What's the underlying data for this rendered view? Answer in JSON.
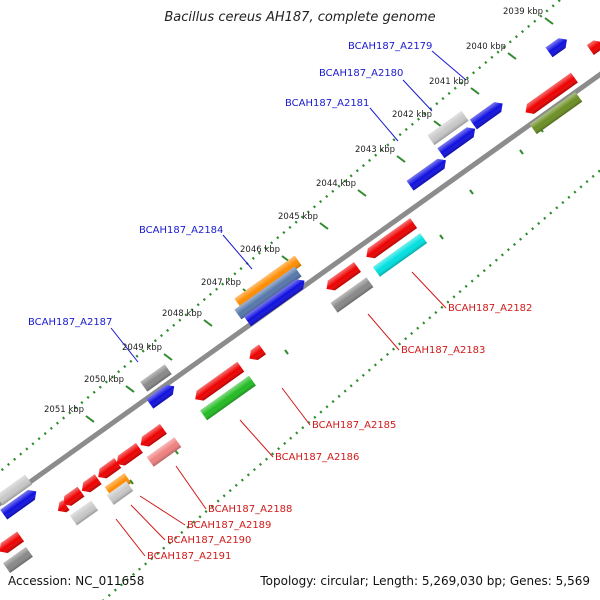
{
  "title": "Bacillus cereus AH187, complete genome",
  "accession": "Accession: NC_011658",
  "summary": "Topology: circular; Length: 5,269,030 bp; Genes: 5,569",
  "colors": {
    "backbone": "#8c8c8c",
    "tick": "#2e8b2e",
    "label_forward": "#1a1ad0",
    "label_reverse": "#d01a1a",
    "gene_red": "#ee0000",
    "gene_blue": "#1010e0",
    "gene_gray": "#888888",
    "gene_lightgray": "#c8c8c8",
    "gene_orange": "#ff8c00",
    "gene_steelblue": "#5577aa",
    "gene_cyan": "#00e0e0",
    "gene_green": "#22bb22",
    "gene_olive": "#6b8e23",
    "gene_pink": "#f08080"
  },
  "kbp_labels": [
    "2039 kbp",
    "2040 kbp",
    "2041 kbp",
    "2042 kbp",
    "2043 kbp",
    "2044 kbp",
    "2045 kbp",
    "2046 kbp",
    "2047 kbp",
    "2048 kbp",
    "2049 kbp",
    "2050 kbp",
    "2051 kbp"
  ],
  "gene_labels_forward": [
    "BCAH187_A2179",
    "BCAH187_A2180",
    "BCAH187_A2181",
    "BCAH187_A2184",
    "BCAH187_A2187"
  ],
  "gene_labels_reverse": [
    "BCAH187_A2182",
    "BCAH187_A2183",
    "BCAH187_A2185",
    "BCAH187_A2186",
    "BCAH187_A2188",
    "BCAH187_A2189",
    "BCAH187_A2190",
    "BCAH187_A2191"
  ]
}
